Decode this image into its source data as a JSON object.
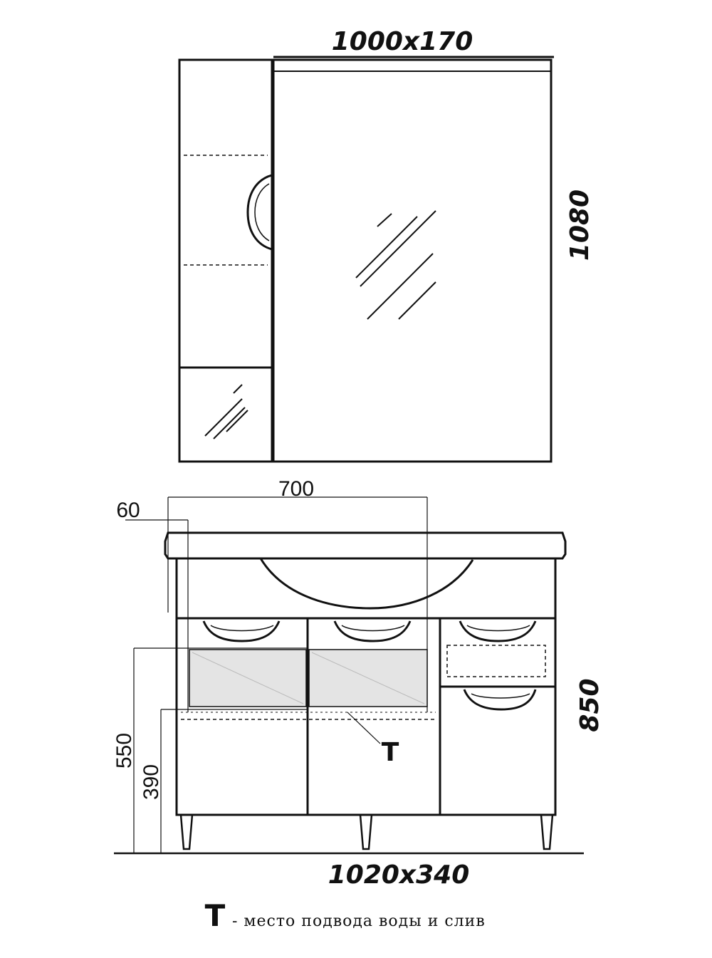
{
  "wall_cabinet": {
    "width_depth": "1000x170",
    "height": "1080"
  },
  "vanity": {
    "basin_width": "700",
    "offset": "60",
    "height": "850",
    "pipe_height_upper": "550",
    "pipe_height_lower": "390",
    "width_depth": "1020x340",
    "marker": "T"
  },
  "legend": {
    "symbol": "T",
    "text": "- место подвода воды и слив"
  }
}
